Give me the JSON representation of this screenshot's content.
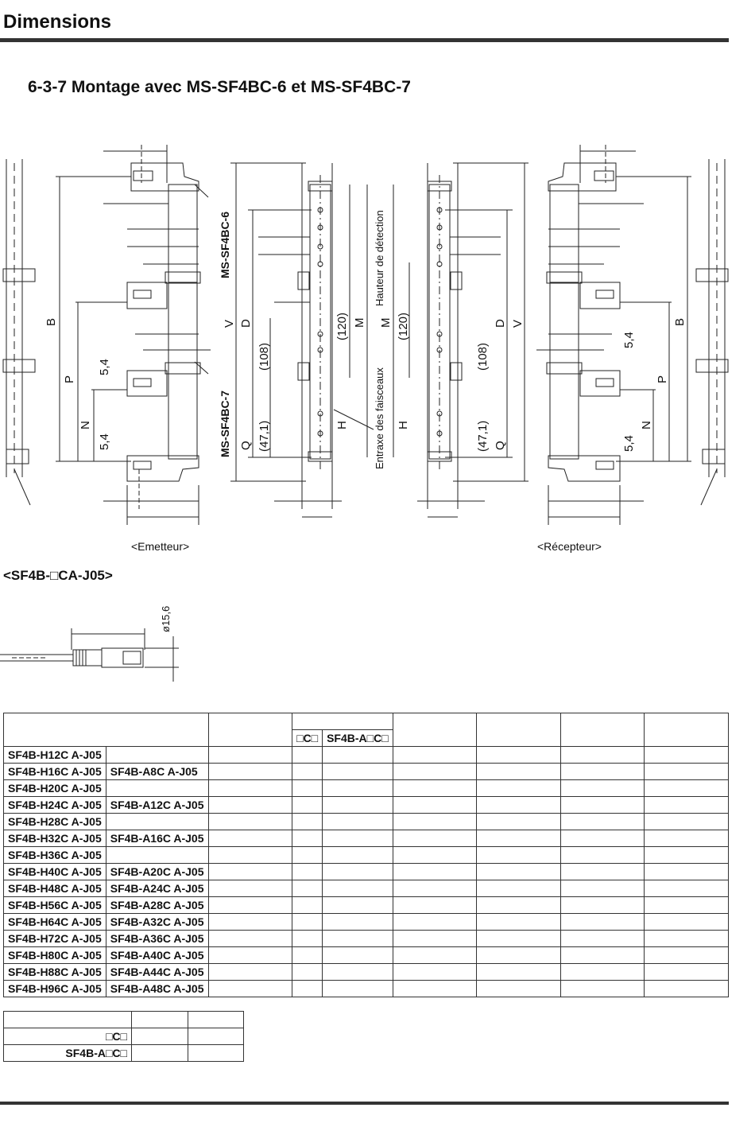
{
  "header": {
    "title": "Dimensions"
  },
  "section": {
    "title": "6-3-7 Montage avec MS-SF4BC-6 et MS-SF4BC-7"
  },
  "drawing": {
    "bracket_top_label": "MS-SF4BC-6",
    "bracket_bottom_label": "MS-SF4BC-7",
    "dim_labels": {
      "B": "B",
      "P": "P",
      "N": "N",
      "V": "V",
      "D": "D",
      "M": "M",
      "Q": "Q",
      "H": "H",
      "d54": "5,4",
      "d120": "(120)",
      "d108": "(108)",
      "d471": "(47,1)"
    },
    "hauteur_label": "Hauteur de détection",
    "entraxe_label": "Entraxe des faisceaux",
    "emitter_caption": "<Emetteur>",
    "receiver_caption": "<Récepteur>"
  },
  "cable": {
    "title": "<SF4B-□CA-J05>",
    "diameter_label": "ø15,6"
  },
  "main_table": {
    "subheaders": [
      "□C□",
      "SF4B-A□C□"
    ],
    "rows": [
      [
        "SF4B-H12C A-J05",
        ""
      ],
      [
        "SF4B-H16C A-J05",
        "SF4B-A8C A-J05"
      ],
      [
        "SF4B-H20C A-J05",
        ""
      ],
      [
        "SF4B-H24C A-J05",
        "SF4B-A12C A-J05"
      ],
      [
        "SF4B-H28C A-J05",
        ""
      ],
      [
        "SF4B-H32C A-J05",
        "SF4B-A16C A-J05"
      ],
      [
        "SF4B-H36C A-J05",
        ""
      ],
      [
        "SF4B-H40C A-J05",
        "SF4B-A20C A-J05"
      ],
      [
        "SF4B-H48C A-J05",
        "SF4B-A24C A-J05"
      ],
      [
        "SF4B-H56C A-J05",
        "SF4B-A28C A-J05"
      ],
      [
        "SF4B-H64C A-J05",
        "SF4B-A32C A-J05"
      ],
      [
        "SF4B-H72C A-J05",
        "SF4B-A36C A-J05"
      ],
      [
        "SF4B-H80C A-J05",
        "SF4B-A40C A-J05"
      ],
      [
        "SF4B-H88C A-J05",
        "SF4B-A44C A-J05"
      ],
      [
        "SF4B-H96C A-J05",
        "SF4B-A48C A-J05"
      ]
    ]
  },
  "small_table": {
    "rows": [
      "□C□",
      "SF4B-A□C□"
    ]
  }
}
